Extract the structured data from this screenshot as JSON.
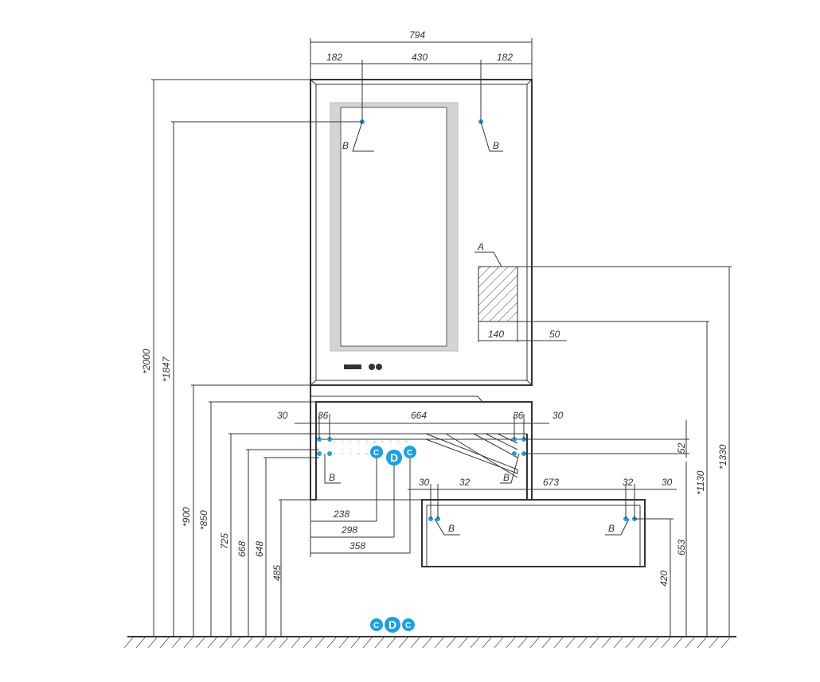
{
  "dimensions": {
    "total_width": "794",
    "left_offset": "182",
    "center_span": "430",
    "right_offset": "182",
    "height_2000": "*2000",
    "height_1847": "*1847",
    "height_1330": "*1330",
    "height_1130": "*1130",
    "height_900": "*900",
    "height_850": "*850",
    "height_725": "725",
    "height_668": "668",
    "height_648": "648",
    "height_485": "485",
    "height_653": "653",
    "height_420": "420",
    "height_52": "52",
    "shelf_140": "140",
    "shelf_50": "50",
    "top_30_left": "30",
    "top_36_left": "36",
    "top_664": "664",
    "top_36_right": "36",
    "top_30_right": "30",
    "mid_30": "30",
    "mid_32_left": "32",
    "mid_673": "673",
    "mid_32_right": "32",
    "mid_30_right": "30",
    "bottom_238": "238",
    "bottom_298": "298",
    "bottom_358": "358"
  },
  "labels": {
    "mount_b": "B",
    "detail_a": "A",
    "mark_c": "C",
    "mark_d": "D"
  },
  "colors": {
    "line": "#333333",
    "marker": "#1ea0dc",
    "mirror_frame": "#d0d0d0"
  }
}
